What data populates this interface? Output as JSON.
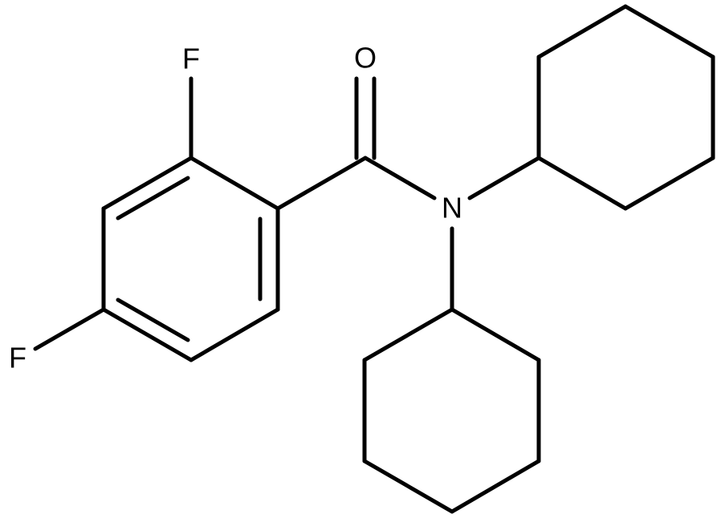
{
  "molecule": {
    "atoms": {
      "oxygen": "O",
      "nitrogen": "N",
      "fluorine_ortho": "F",
      "fluorine_para": "F"
    }
  },
  "colors": {
    "bond": "#000000",
    "label": "#000000",
    "background": "#ffffff"
  }
}
